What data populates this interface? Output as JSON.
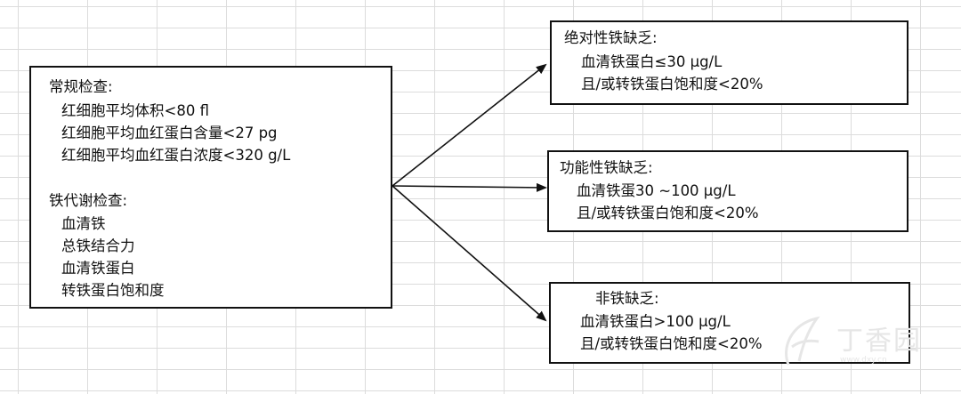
{
  "left_box": {
    "routine_heading": "常规检查:",
    "routine_items": [
      "红细胞平均体积<80  fl",
      "红细胞平均血红蛋白含量<27 pg",
      "红细胞平均血红蛋白浓度<320 g/L"
    ],
    "iron_heading": "铁代谢检查:",
    "iron_items": [
      "血清铁",
      "总铁结合力",
      "血清铁蛋白",
      "转铁蛋白饱和度"
    ]
  },
  "right_boxes": [
    {
      "title": "绝对性铁缺乏:",
      "line1": "血清铁蛋白≤30 μg/L",
      "line2": "且/或转铁蛋白饱和度<20%"
    },
    {
      "title": "功能性铁缺乏:",
      "line1": "血清铁蛋30 ~100 μg/L",
      "line2": "且/或转铁蛋白饱和度<20%"
    },
    {
      "title": "非铁缺乏:",
      "line1": "血清铁蛋白>100 μg/L",
      "line2": "且/或转铁蛋白饱和度<20%"
    }
  ],
  "watermark": {
    "text": "丁香园",
    "subtext": "www.dxy.cn"
  }
}
